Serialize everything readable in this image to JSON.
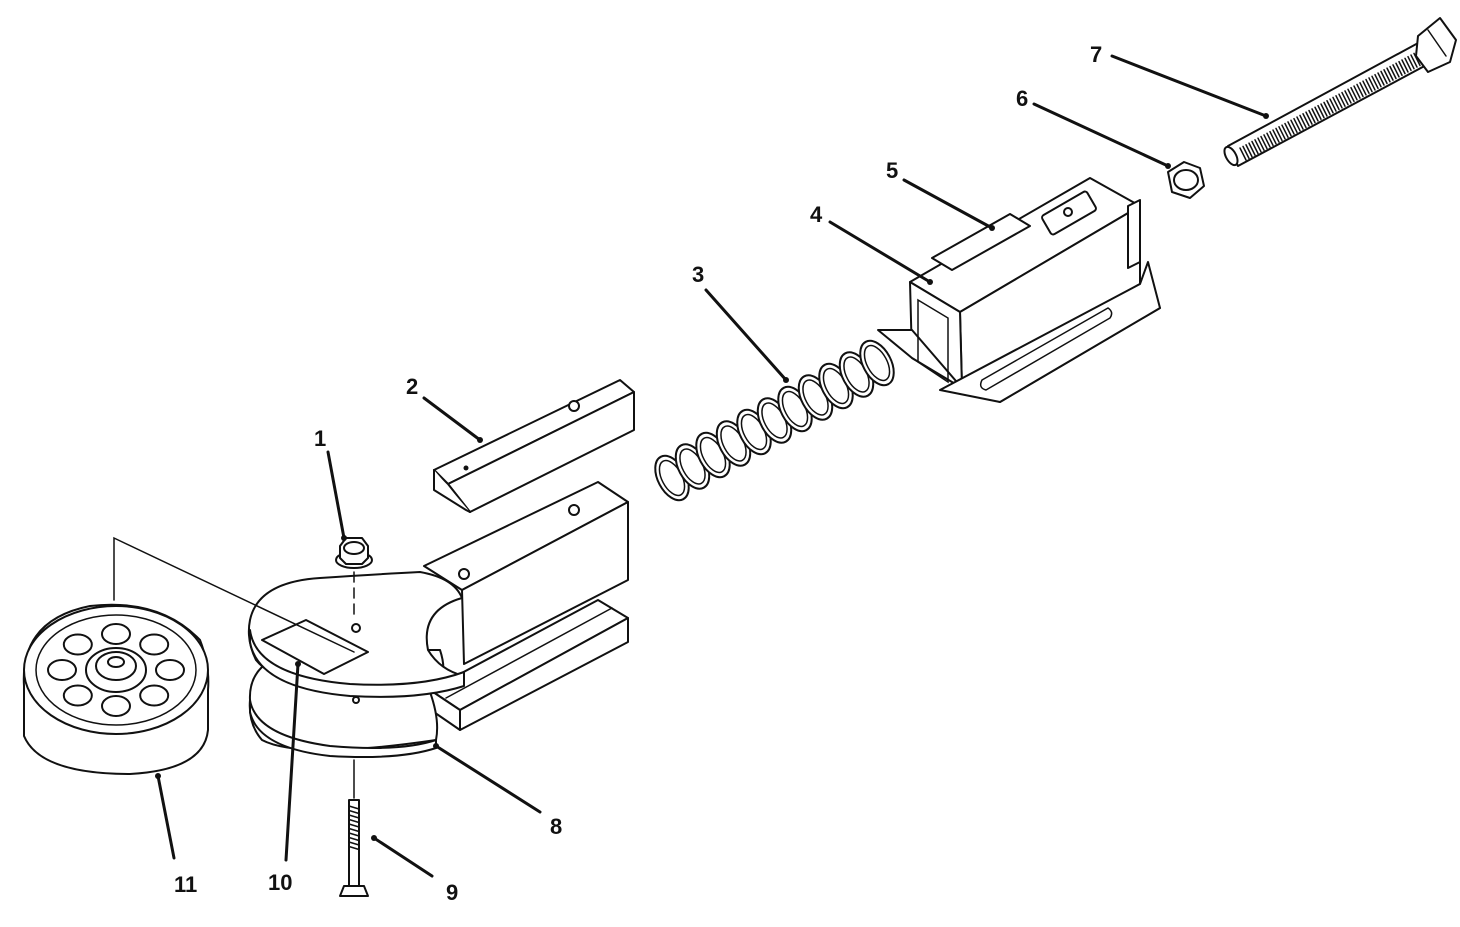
{
  "callouts": [
    {
      "id": "1",
      "label": "1"
    },
    {
      "id": "2",
      "label": "2"
    },
    {
      "id": "3",
      "label": "3"
    },
    {
      "id": "4",
      "label": "4"
    },
    {
      "id": "5",
      "label": "5"
    },
    {
      "id": "6",
      "label": "6"
    },
    {
      "id": "7",
      "label": "7"
    },
    {
      "id": "8",
      "label": "8"
    },
    {
      "id": "9",
      "label": "9"
    },
    {
      "id": "10",
      "label": "10"
    },
    {
      "id": "11",
      "label": "11"
    }
  ],
  "colors": {
    "line": "#111111",
    "background": "#ffffff"
  }
}
